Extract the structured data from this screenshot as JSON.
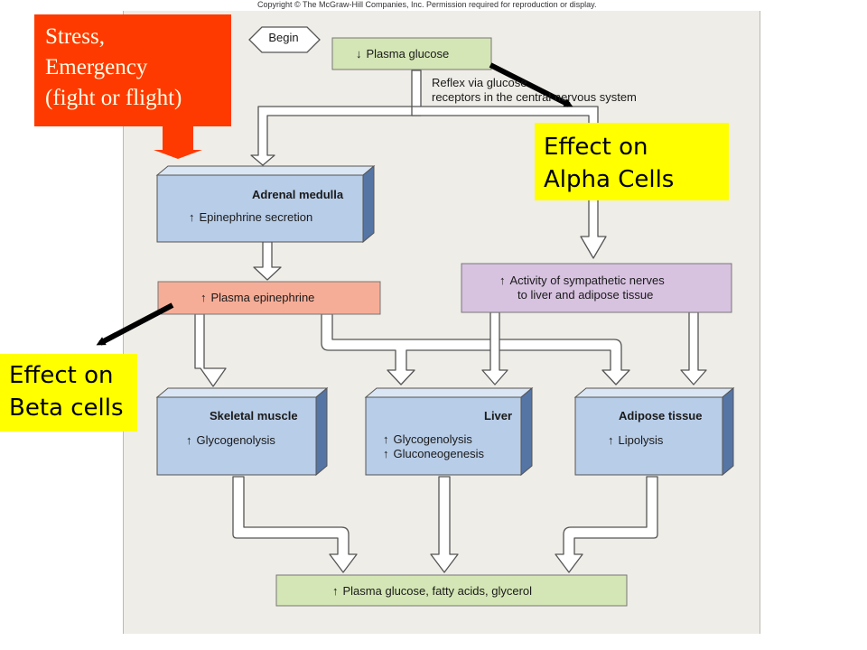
{
  "copyright": "Copyright © The McGraw-Hill Companies, Inc. Permission required for reproduction or display.",
  "begin": "Begin",
  "nodes": {
    "plasma_glucose_low": {
      "arrow": "↓",
      "text": "Plasma glucose",
      "color": "#d4e6b5"
    },
    "reflex": {
      "line1": "Reflex via glucose",
      "line2": "receptors in the central nervous system"
    },
    "adrenal_medulla": {
      "title": "Adrenal medulla",
      "arrow": "↑",
      "text": "Epinephrine secretion",
      "color": "#b8cde8"
    },
    "plasma_epinephrine": {
      "arrow": "↑",
      "text": "Plasma epinephrine",
      "color": "#f6ad97"
    },
    "sympathetic": {
      "arrow": "↑",
      "line1": "Activity of sympathetic nerves",
      "line2": "to liver and adipose tissue",
      "color": "#d7c2e0"
    },
    "skeletal_muscle": {
      "title": "Skeletal muscle",
      "arrow": "↑",
      "text": "Glycogenolysis",
      "color": "#b8cde8"
    },
    "liver": {
      "title": "Liver",
      "arrow": "↑",
      "line1": "Glycogenolysis",
      "line2": "Gluconeogenesis",
      "color": "#b8cde8"
    },
    "adipose_tissue": {
      "title": "Adipose tissue",
      "arrow": "↑",
      "text": "Lipolysis",
      "color": "#b8cde8"
    },
    "plasma_output": {
      "arrow": "↑",
      "text": "Plasma glucose, fatty acids, glycerol",
      "color": "#d4e6b5"
    }
  },
  "callouts": {
    "stress": {
      "line1": "Stress,",
      "line2": "Emergency",
      "line3": "(fight or flight)",
      "color": "#ff3a00"
    },
    "alpha": {
      "line1": "Effect on",
      "line2": "Alpha Cells",
      "color": "#ffff00"
    },
    "beta": {
      "line1": "Effect on",
      "line2": "Beta cells",
      "color": "#ffff00"
    }
  }
}
